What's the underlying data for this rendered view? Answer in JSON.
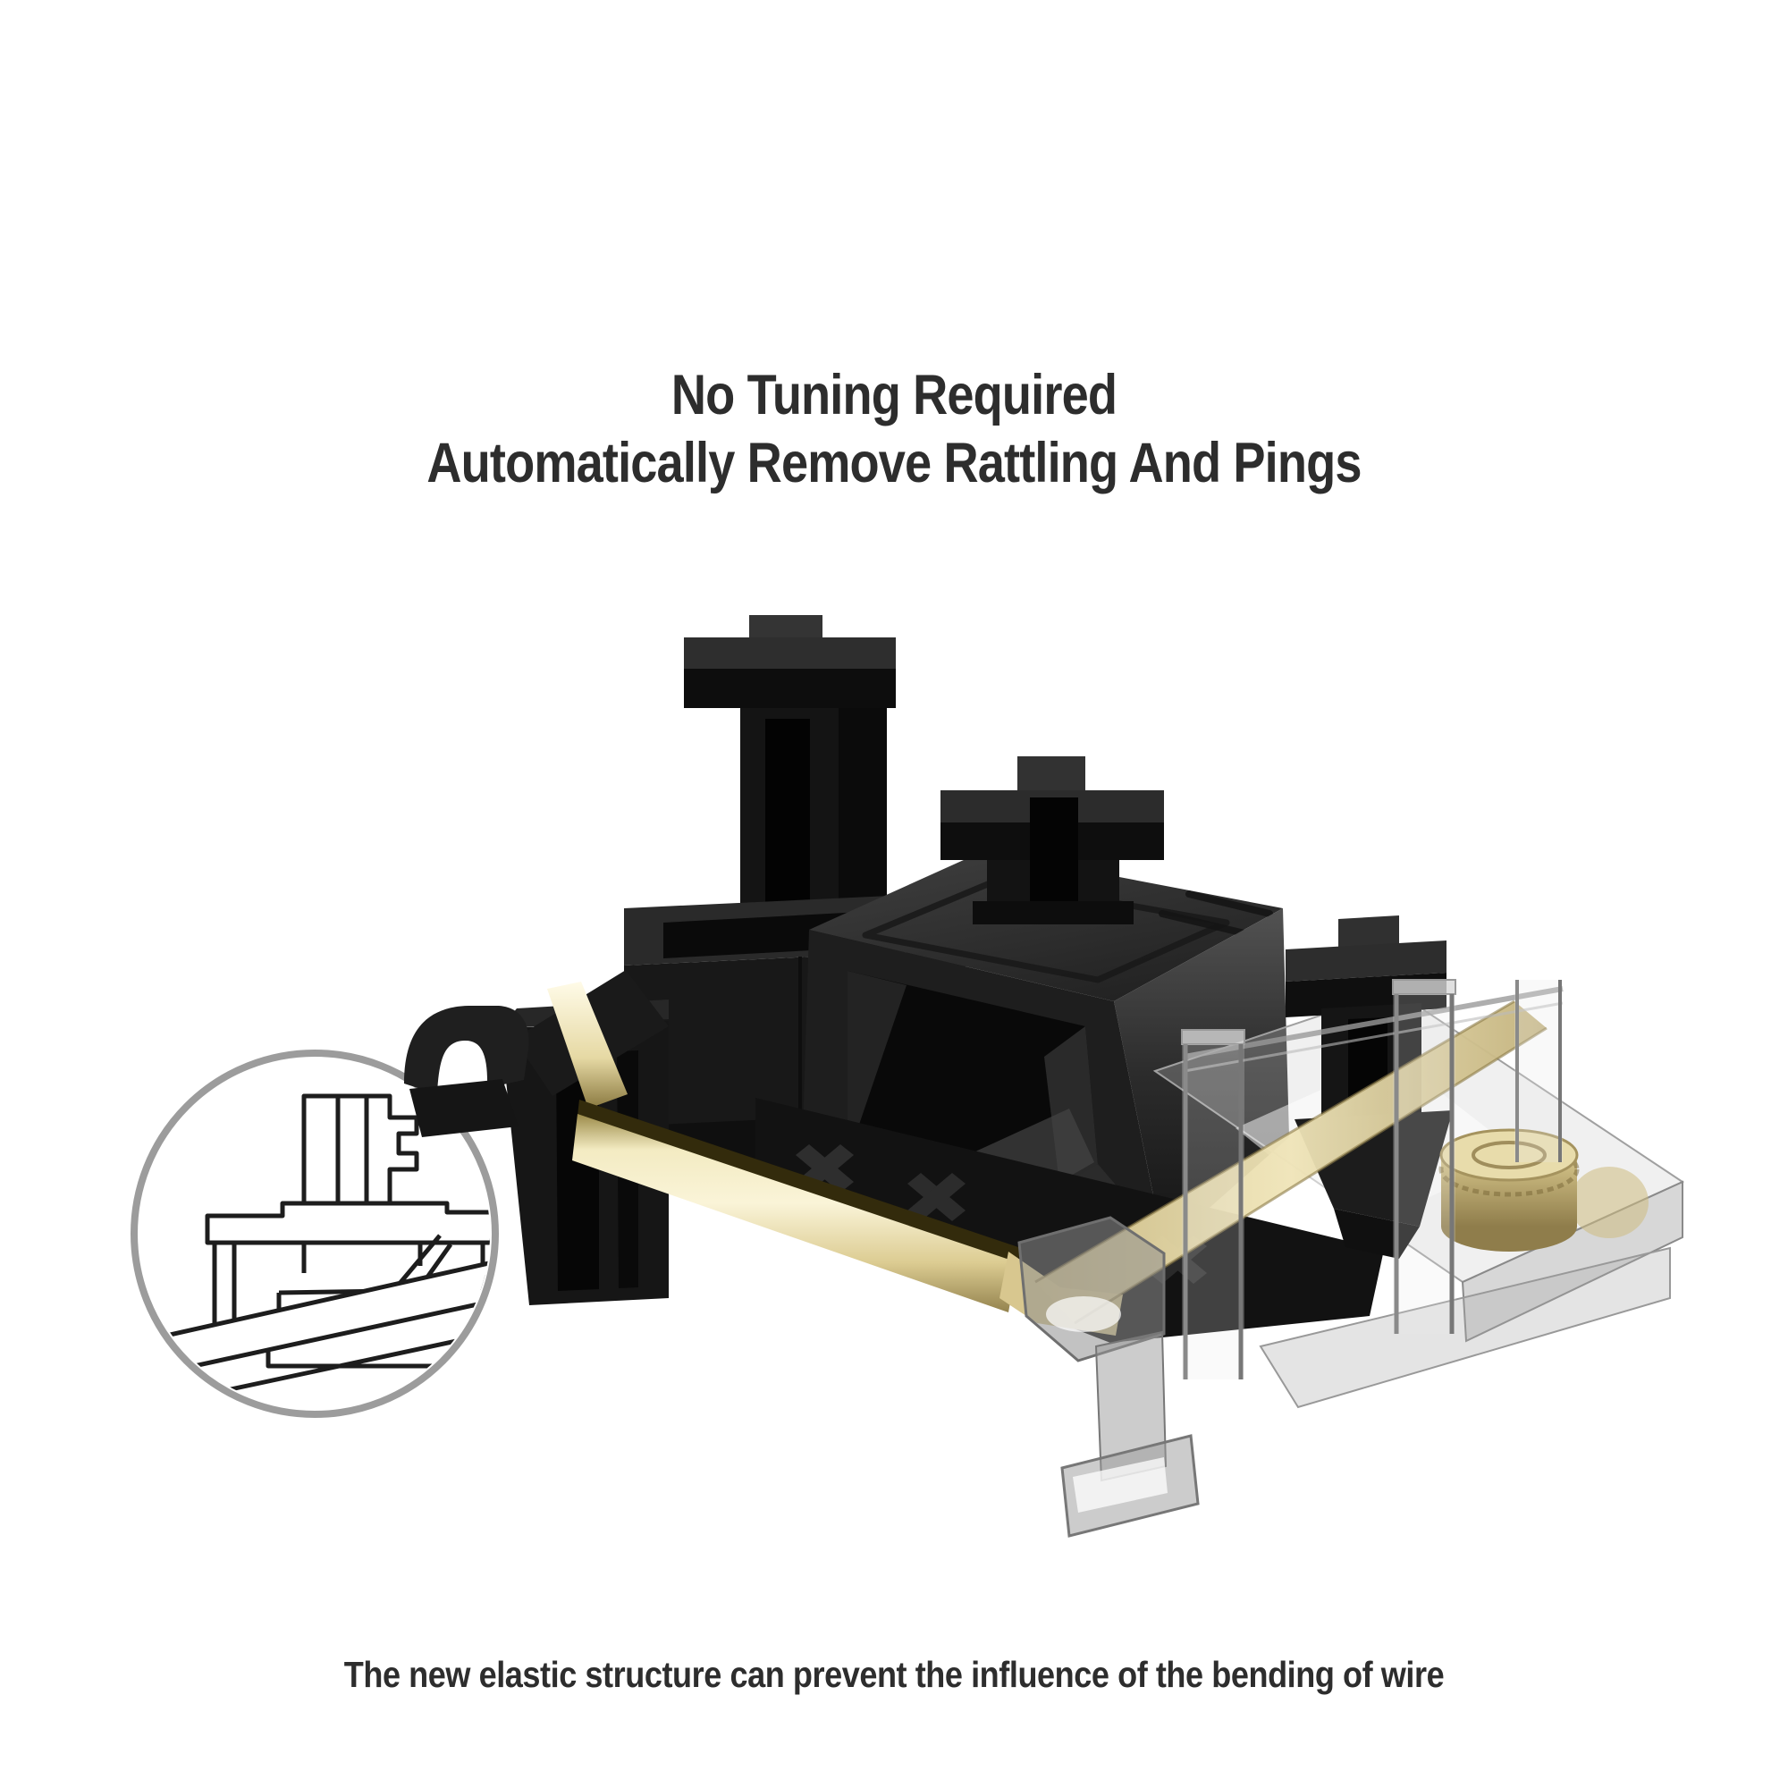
{
  "page": {
    "background": "#ffffff"
  },
  "heading": {
    "line1": "No Tuning Required",
    "line2": "Automatically Remove Rattling And Pings",
    "color": "#2d2d2d"
  },
  "caption": {
    "text": "The new elastic structure can prevent the influence of the bending of wire",
    "color": "#2d2d2d"
  },
  "figure": {
    "alt": "3D render of a black keyboard plate-mount stabilizer with cross stems, a gold stabilizer wire, a transparent housing with brass screw, and a circular line-drawing inset of the internal elastic structure",
    "colors": {
      "plastic_black": "#161616",
      "plastic_black_light": "#2e2e2e",
      "wire_gold_bright": "#faf4d8",
      "wire_gold_mid": "#d8c78f",
      "brass_screw": "#cdbb80",
      "glass_gray": "#c8c8c8",
      "inset_ring_gray": "#9c9c9c",
      "line_drawing_black": "#1d1d1d"
    }
  }
}
